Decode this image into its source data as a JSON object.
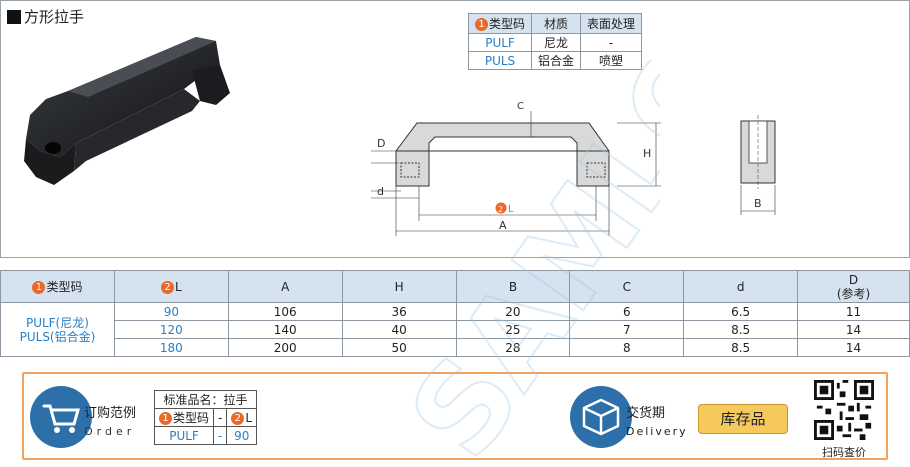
{
  "title": "方形拉手",
  "material_table": {
    "headers": [
      "类型码",
      "材质",
      "表面处理"
    ],
    "header_badge": "1",
    "rows": [
      [
        "PULF",
        "尼龙",
        "-"
      ],
      [
        "PULS",
        "铝合金",
        "喷塑"
      ]
    ]
  },
  "drawing_labels": {
    "c": "C",
    "d_cap": "D",
    "h": "H",
    "d": "d",
    "l_badge": "2",
    "l": "L",
    "a": "A",
    "b": "B"
  },
  "spec_table": {
    "headers": [
      {
        "badge": "1",
        "label": "类型码"
      },
      {
        "badge": "2",
        "label": "L"
      },
      {
        "label": "A"
      },
      {
        "label": "H"
      },
      {
        "label": "B"
      },
      {
        "label": "C"
      },
      {
        "label": "d"
      },
      {
        "label": "D",
        "sub": "(参考)"
      }
    ],
    "type_codes": [
      "PULF(尼龙)",
      "PULS(铝合金)"
    ],
    "rows": [
      [
        "90",
        "106",
        "36",
        "20",
        "6",
        "6.5",
        "11"
      ],
      [
        "120",
        "140",
        "40",
        "25",
        "7",
        "8.5",
        "14"
      ],
      [
        "180",
        "200",
        "50",
        "28",
        "8",
        "8.5",
        "14"
      ]
    ]
  },
  "order": {
    "label_cn": "订购范例",
    "label_en": "Order",
    "std_name_label": "标准品名：拉手",
    "col_type_badge": "1",
    "col_type": "类型码",
    "col_dash": "-",
    "col_l_badge": "2",
    "col_l": "L",
    "val_type": "PULF",
    "val_dash": "-",
    "val_l": "90"
  },
  "delivery": {
    "label_cn": "交货期",
    "label_en": "Delivery",
    "stock": "库存品",
    "qr_label": "扫码查价"
  },
  "watermark_text": "SAMLO",
  "colors": {
    "header_bg": "#d5e2ef",
    "code_blue": "#2a7fc4",
    "badge_orange": "#e8692a",
    "panel_orange": "#f0a15a",
    "icon_blue": "#2d6fa8",
    "stock_yellow": "#f6c95c"
  }
}
